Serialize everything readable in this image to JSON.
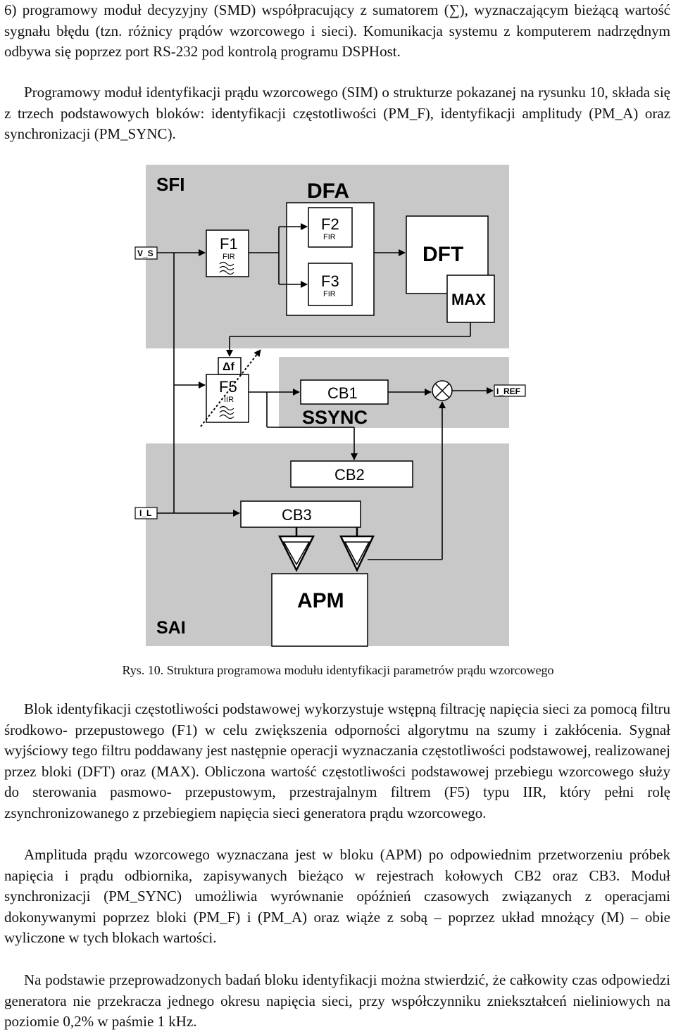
{
  "text": {
    "p1": "6) programowy moduł decyzyjny (SMD) współpracujący z sumatorem (∑), wyznaczającym bieżącą wartość sygnału błędu (tzn. różnicy prądów wzorcowego i sieci). Komunikacja systemu z komputerem nadrzędnym odbywa się poprzez port RS-232 pod kontrolą programu DSPHost.",
    "p2": "Programowy moduł identyfikacji prądu wzorcowego (SIM) o strukturze pokazanej na rysunku 10, składa się z trzech podstawowych bloków: identyfikacji częstotliwości (PM_F), identyfikacji amplitudy (PM_A) oraz synchronizacji (PM_SYNC).",
    "caption": "Rys. 10. Struktura programowa modułu identyfikacji parametrów prądu wzorcowego",
    "p3": "Blok identyfikacji częstotliwości podstawowej wykorzystuje wstępną filtrację napięcia sieci za pomocą filtru środkowo- przepustowego (F1) w celu zwiększenia odporności algorytmu na szumy i zakłócenia. Sygnał wyjściowy tego filtru poddawany jest następnie operacji wyznaczania częstotliwości podstawowej, realizowanej przez bloki (DFT) oraz (MAX). Obliczona wartość częstotliwości podstawowej przebiegu wzorcowego służy do sterowania pasmowo- przepustowym, przestrajalnym filtrem (F5) typu IIR, który pełni rolę zsynchronizowanego z przebiegiem napięcia sieci generatora prądu wzorcowego.",
    "p4": "Amplituda prądu wzorcowego wyznaczana jest w bloku (APM) po odpowiednim przetworzeniu próbek napięcia i prądu odbiornika, zapisywanych bieżąco w rejestrach kołowych CB2 oraz CB3. Moduł synchronizacji (PM_SYNC) umożliwia wyrównanie opóźnień czasowych związanych z operacjami dokonywanymi poprzez bloki (PM_F) i (PM_A) oraz wiąże z sobą – poprzez układ mnożący (M) – obie wyliczone w tych blokach wartości.",
    "p5": "Na podstawie przeprowadzonych badań bloku identyfikacji można stwierdzić, że całkowity czas odpowiedzi generatora nie przekracza jednego okresu napięcia sieci, przy współczynniku zniekształceń nieliniowych na poziomie 0,2% w paśmie 1 kHz."
  },
  "diagram": {
    "sfi": "SFI",
    "dfa": "DFA",
    "sai": "SAI",
    "ssync": "SSYNC",
    "v_s": "V_S",
    "i_l": "I_L",
    "i_ref": "I_REF",
    "f1": "F1",
    "f1_type": "FIR",
    "f2": "F2",
    "f2_type": "FIR",
    "f3": "F3",
    "f3_type": "FIR",
    "f5": "F5",
    "f5_type": "IIR",
    "df": "Δf",
    "dft": "DFT",
    "max": "MAX",
    "cb1": "CB1",
    "cb2": "CB2",
    "cb3": "CB3",
    "apm": "APM"
  }
}
